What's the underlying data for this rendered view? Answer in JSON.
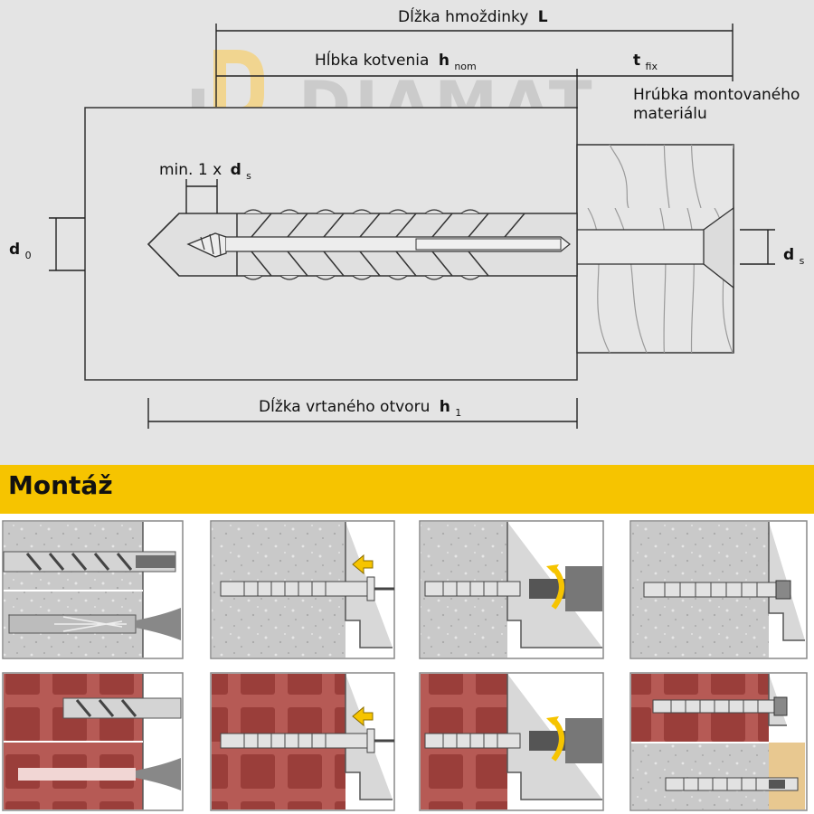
{
  "colors": {
    "diagram_bg": "#e4e4e4",
    "bar_bg": "#f6c400",
    "watermark": "#c9c9c9",
    "brick": "#b65a55",
    "concrete": "#c7c7c7"
  },
  "diagram": {
    "length_label": "Dĺžka hmoždinky",
    "length_symbol": "L",
    "anchor_depth_label": "Hĺbka kotvenia",
    "anchor_depth_symbol": "h",
    "anchor_depth_sub": "nom",
    "tfix_symbol": "t",
    "tfix_sub": "fix",
    "material_thickness_line1": "Hrúbka montovaného",
    "material_thickness_line2": "materiálu",
    "min_prefix": "min. 1 x",
    "ds_symbol": "d",
    "ds_sub": "s",
    "d0_symbol": "d",
    "d0_sub": "0",
    "hole_length_label": "Dĺžka vrtaného otvoru",
    "hole_length_symbol": "h",
    "hole_length_sub": "1",
    "watermark": "DIAMAT"
  },
  "assembly": {
    "title": "Montáž",
    "rows": [
      {
        "material": "concrete",
        "steps": [
          "drill-hole",
          "insert-anchor",
          "drive-screw",
          "installed"
        ]
      },
      {
        "material": "perforated-brick",
        "steps": [
          "drill-hole",
          "insert-anchor",
          "drive-screw",
          "installed"
        ]
      }
    ]
  }
}
